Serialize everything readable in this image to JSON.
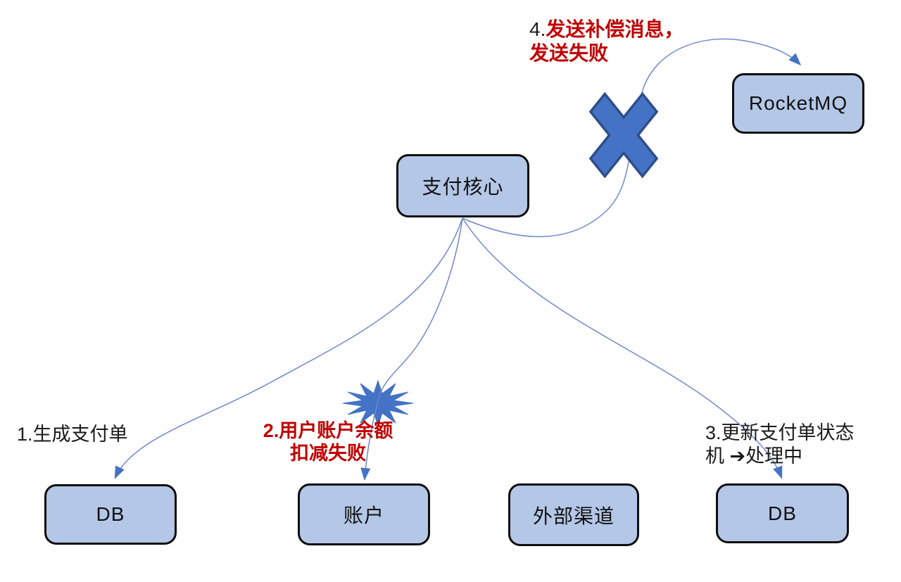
{
  "colors": {
    "node_fill": "#b4c7e7",
    "node_border": "#0d0d0d",
    "edge": "#6e89cc",
    "accent": "#4472c4",
    "shape_border": "#2e4d8a",
    "label_black": "#1a1a1a",
    "label_red": "#c00000",
    "background": "#ffffff"
  },
  "nodes": [
    {
      "id": "payment-core",
      "label": "支付核心"
    },
    {
      "id": "rocketmq",
      "label": "RocketMQ"
    },
    {
      "id": "db-1",
      "label": "DB"
    },
    {
      "id": "account",
      "label": "账户"
    },
    {
      "id": "external-channel",
      "label": "外部渠道"
    },
    {
      "id": "db-2",
      "label": "DB"
    }
  ],
  "annotations": {
    "step1": {
      "text": "1.生成支付单"
    },
    "step2": {
      "line1": "2.用户账户余额",
      "line2": "扣减失败"
    },
    "step3": {
      "line1": "3.更新支付单状态",
      "line2": "机 ➔处理中"
    },
    "step4": {
      "prefix": "4.",
      "line1": "发送补偿消息，",
      "line2": "发送失败"
    }
  },
  "edges": [
    {
      "from": "payment-core",
      "to": "db-1",
      "note": "step1"
    },
    {
      "from": "payment-core",
      "to": "account",
      "note": "step2",
      "marker": "explosion-burst"
    },
    {
      "from": "payment-core",
      "to": "db-2",
      "note": "step3"
    },
    {
      "from": "payment-core",
      "to": "rocketmq",
      "note": "step4",
      "marker": "failure-cross"
    }
  ]
}
